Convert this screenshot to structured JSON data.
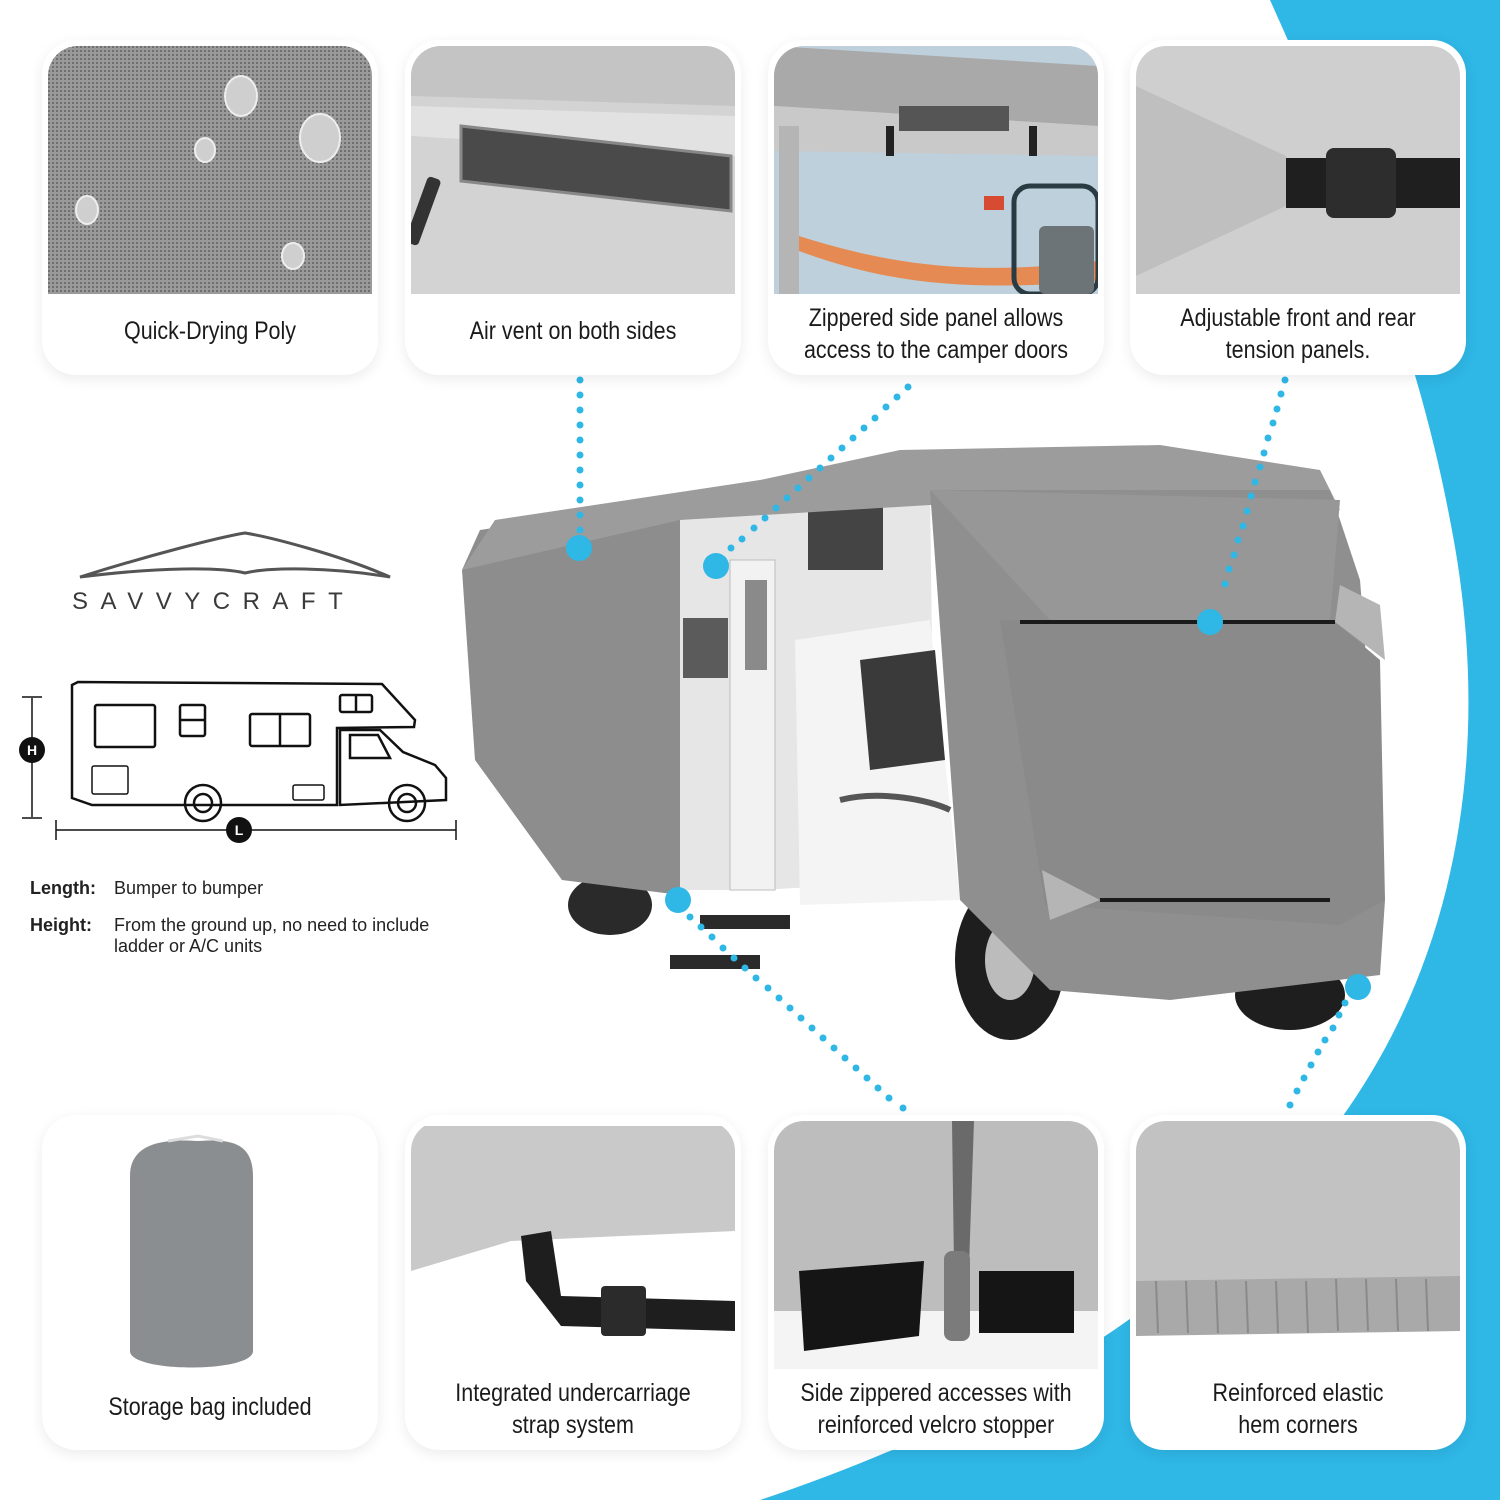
{
  "brand": {
    "name": "SAVVYCRAFT",
    "accent_color": "#2fb7e6"
  },
  "top_features": [
    {
      "id": "quick-drying-poly",
      "caption_lines": [
        "Quick-Drying Poly"
      ]
    },
    {
      "id": "air-vent",
      "caption_lines": [
        "Air vent on both sides"
      ]
    },
    {
      "id": "zippered-side-panel",
      "caption_lines": [
        "Zippered side panel allows",
        "access to the camper doors"
      ]
    },
    {
      "id": "tension-panels",
      "caption_lines": [
        "Adjustable front and rear",
        "tension panels."
      ]
    }
  ],
  "bottom_features": [
    {
      "id": "storage-bag",
      "caption_lines": [
        "Storage bag included"
      ]
    },
    {
      "id": "undercarriage-strap",
      "caption_lines": [
        "Integrated undercarriage",
        "strap system"
      ]
    },
    {
      "id": "velcro-stopper",
      "caption_lines": [
        "Side zippered accesses with",
        "reinforced velcro stopper"
      ]
    },
    {
      "id": "elastic-hem",
      "caption_lines": [
        "Reinforced elastic",
        "hem corners"
      ]
    }
  ],
  "dimensions": {
    "height_marker": "H",
    "length_marker": "L",
    "rows": [
      {
        "label": "Length:",
        "value": "Bumper to bumper"
      },
      {
        "label": "Height:",
        "value": "From the ground up, no need to include ladder or A/C units"
      }
    ]
  }
}
